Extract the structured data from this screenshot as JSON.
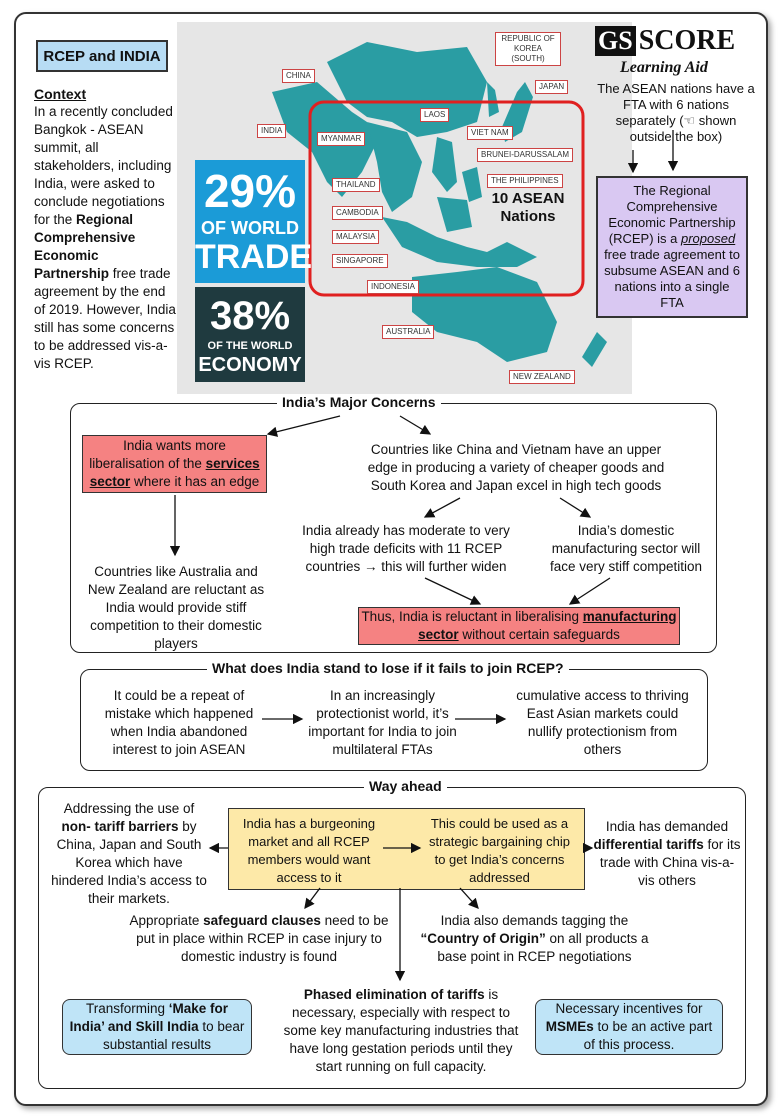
{
  "header": {
    "title": "RCEP and INDIA",
    "context_heading": "Context",
    "context_pre": "In a recently concluded Bangkok - ASEAN summit, all stakeholders, including India, were asked to conclude negotiations for the ",
    "context_bold": "Regional Comprehensive Economic Partnership",
    "context_post": " free trade agreement by the end of 2019. However, India still has some concerns to be addressed vis-a-vis RCEP."
  },
  "map": {
    "labels": {
      "china": "CHINA",
      "korea": "REPUBLIC OF KOREA (SOUTH)",
      "japan": "JAPAN",
      "india": "INDIA",
      "laos": "LAOS",
      "myanmar": "MYANMAR",
      "vietnam": "VIET NAM",
      "brunei": "BRUNEI-DARUSSALAM",
      "thailand": "THAILAND",
      "philippines": "THE PHILIPPINES",
      "cambodia": "CAMBODIA",
      "malaysia": "MALAYSIA",
      "singapore": "SINGAPORE",
      "indonesia": "INDONESIA",
      "australia": "AUSTRALIA",
      "newzealand": "NEW ZEALAND"
    },
    "asean_label": "10 ASEAN Nations",
    "stat1_value": "29%",
    "stat1_line1": "OF WORLD",
    "stat1_line2": "TRADE",
    "stat2_value": "38%",
    "stat2_line1": "OF THE WORLD",
    "stat2_line2": "ECONOMY"
  },
  "logo": {
    "gs": "GS",
    "score": "SCORE",
    "tagline": "Learning Aid"
  },
  "fta_note": "The ASEAN nations have a FTA with 6 nations separately (☜ shown outside the box)",
  "rcep_box": {
    "pre": "The Regional Comprehensive Economic Partnership (RCEP) is a ",
    "emph": "proposed",
    "post": " free trade agreement to subsume ASEAN and 6 nations into a single FTA"
  },
  "concerns": {
    "title": "India’s Major Concerns",
    "services_pre": "India wants more liberalisation of the ",
    "services_bold": "services sector",
    "services_post": " where it has an edge",
    "aus_nz": "Countries like Australia and New Zealand are reluctant as India would provide stiff competition to their domestic players",
    "china_vietnam": "Countries like China and Vietnam have an upper edge in producing a variety of cheaper goods and South Korea and Japan excel in high tech goods",
    "trade_deficit": "India already has moderate to very high trade deficits with 11 RCEP countries → this will further widen",
    "manufacturing_comp": "India’s domestic manufacturing sector will face very stiff competition",
    "reluctant_pre": "Thus, India is reluctant in liberalising ",
    "reluctant_bold": "manufacturing sector",
    "reluctant_post": " without certain safeguards"
  },
  "lose": {
    "title": "What does India stand to lose if it fails to join RCEP?",
    "item1": "It could be a repeat of mistake which happened when India abandoned interest to join ASEAN",
    "item2": "In an increasingly protectionist world, it’s important for India to join multilateral FTAs",
    "item3": "cumulative access to thriving East Asian markets could nullify protectionism from others"
  },
  "way": {
    "title": "Way ahead",
    "ntb_pre": "Addressing the use of ",
    "ntb_bold": "non- tariff barriers",
    "ntb_post": " by China, Japan and South Korea which have hindered India’s access to their markets.",
    "center_left": "India has a burgeoning market and all RCEP members would want access to it",
    "center_right": "This could be used as a strategic bargaining chip to get India’s concerns addressed",
    "diff_pre": "India has demanded ",
    "diff_bold": "differential tariffs",
    "diff_post": " for its trade with China vis-a-vis others",
    "safeguard_pre": "Appropriate ",
    "safeguard_bold": "safeguard clauses",
    "safeguard_post": " need to be put in place within RCEP in case injury to domestic industry is found",
    "origin_pre": "India also demands tagging the ",
    "origin_bold": "“Country of Origin”",
    "origin_post": " on all products a base point in RCEP negotiations",
    "make_pre": "Transforming ",
    "make_bold": "‘Make for India’ and Skill India",
    "make_post": " to bear substantial results",
    "phased_bold": "Phased elimination of tariffs",
    "phased_post": " is necessary, especially with respect to some key manufacturing industries that have long gestation periods until they start running on full capacity.",
    "msme_pre": "Necessary incentives for ",
    "msme_bold": "MSMEs",
    "msme_post": " to be an active part of this process."
  }
}
